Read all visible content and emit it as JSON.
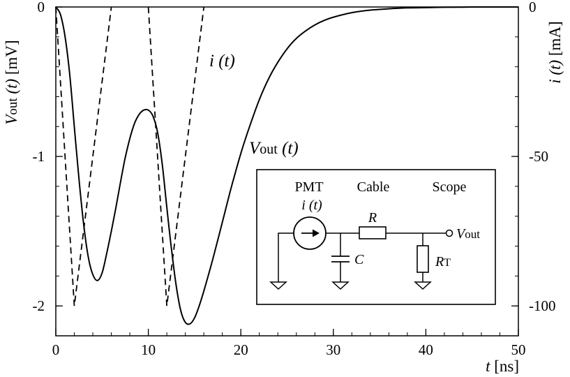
{
  "chart_data": {
    "type": "line",
    "title": "",
    "xlabel": {
      "italic": "t",
      "rest": " [ns]"
    },
    "ylabel_left": {
      "italic": "V",
      "sub": "out",
      "italic2": " (t)",
      "rest": " [mV]"
    },
    "ylabel_right": {
      "italic": "i",
      "italic2": " (t)",
      "rest": " [mA]"
    },
    "xlim": [
      0,
      50
    ],
    "ylim_left": [
      -2.2,
      0
    ],
    "ylim_right": [
      -110,
      0
    ],
    "x_ticks": [
      0,
      10,
      20,
      30,
      40,
      50
    ],
    "x_tick_labels": [
      "0",
      "10",
      "20",
      "30",
      "40",
      "50"
    ],
    "y_left_ticks": [
      0,
      -1,
      -2
    ],
    "y_left_tick_labels": [
      "0",
      "-1",
      "-2"
    ],
    "y_right_ticks": [
      0,
      -50,
      -100
    ],
    "y_right_tick_labels": [
      "0",
      "-50",
      "-100"
    ],
    "series": [
      {
        "name": "V_out (t)",
        "label": {
          "italic": "V",
          "sub": "out",
          "italic2": " (t)"
        },
        "axis": "left",
        "style": "solid",
        "x": [
          0,
          0.5,
          1,
          1.5,
          2,
          2.5,
          3,
          3.5,
          4,
          4.5,
          5,
          5.5,
          6,
          6.5,
          7,
          7.5,
          8,
          8.5,
          9,
          9.5,
          10,
          10.5,
          11,
          11.5,
          12,
          12.5,
          13,
          13.5,
          14,
          14.5,
          15,
          15.5,
          16,
          17,
          18,
          19,
          20,
          21,
          22,
          23,
          24,
          25,
          26,
          27,
          28,
          29,
          30,
          32,
          34,
          36,
          38,
          40,
          42,
          44,
          46,
          48,
          50
        ],
        "y": [
          0,
          -0.05,
          -0.2,
          -0.45,
          -0.8,
          -1.15,
          -1.45,
          -1.67,
          -1.79,
          -1.83,
          -1.78,
          -1.65,
          -1.5,
          -1.34,
          -1.17,
          -1.01,
          -0.88,
          -0.78,
          -0.72,
          -0.69,
          -0.69,
          -0.73,
          -0.84,
          -1.05,
          -1.34,
          -1.62,
          -1.86,
          -2.03,
          -2.11,
          -2.12,
          -2.08,
          -2.0,
          -1.9,
          -1.68,
          -1.44,
          -1.2,
          -0.98,
          -0.79,
          -0.62,
          -0.48,
          -0.37,
          -0.28,
          -0.21,
          -0.16,
          -0.12,
          -0.09,
          -0.068,
          -0.038,
          -0.021,
          -0.012,
          -0.006,
          -0.004,
          -0.002,
          -0.001,
          0,
          0,
          0
        ]
      },
      {
        "name": "i (t)",
        "label": {
          "italic": "i",
          "italic2": " (t)"
        },
        "axis": "right",
        "style": "dashed",
        "segments": [
          {
            "x": [
              0,
              2,
              6
            ],
            "y": [
              0,
              -100,
              0
            ]
          },
          {
            "x": [
              10,
              12,
              16
            ],
            "y": [
              0,
              -100,
              0
            ]
          }
        ]
      }
    ]
  },
  "inset": {
    "headings": [
      "PMT",
      "Cable",
      "Scope"
    ],
    "source_label": {
      "italic": "i",
      "italic2": " (t)"
    },
    "resistor_label": "R",
    "capacitor_label": "C",
    "termination_label": {
      "italic": "R",
      "sub": "T"
    },
    "output_label": {
      "italic": "V",
      "sub": "out"
    }
  }
}
